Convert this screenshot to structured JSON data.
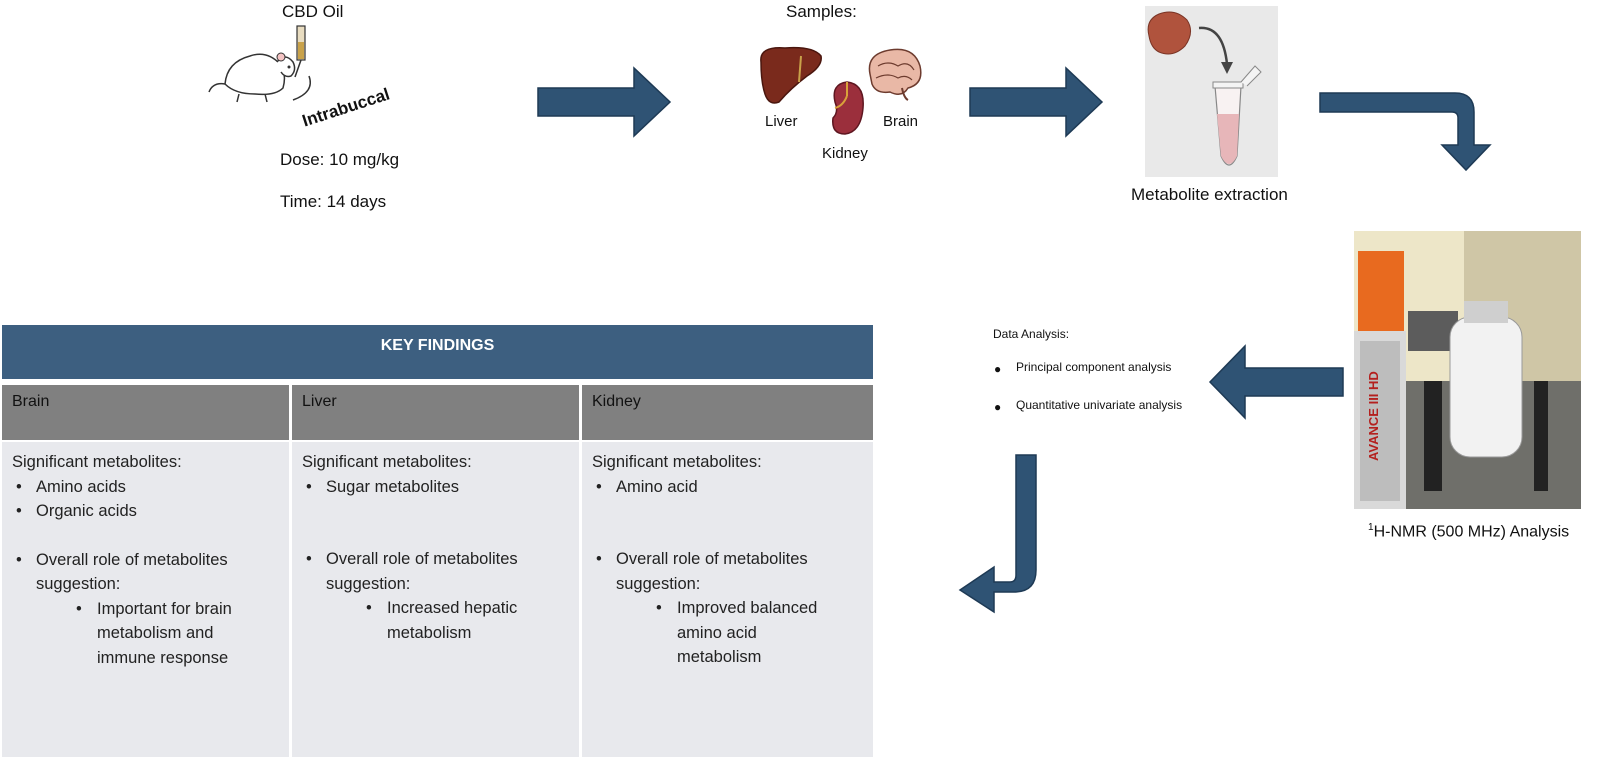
{
  "step1": {
    "title": "CBD Oil",
    "route": "Intrabuccal",
    "dose": "Dose: 10 mg/kg",
    "time": "Time: 14 days"
  },
  "samples": {
    "title": "Samples:",
    "liver": "Liver",
    "kidney": "Kidney",
    "brain": "Brain"
  },
  "extraction": {
    "label": "Metabolite extraction"
  },
  "nmr": {
    "sup": "1",
    "label": "H-NMR (500 MHz) Analysis",
    "instrument_text": "AVANCE III HD"
  },
  "data_analysis": {
    "title": "Data Analysis:",
    "items": [
      "Principal component analysis",
      "Quantitative univariate analysis"
    ]
  },
  "key_findings": {
    "title": "KEY FINDINGS",
    "columns": [
      {
        "header": "Brain",
        "sig_title": "Significant metabolites:",
        "sig_items": [
          "Amino acids",
          "Organic acids"
        ],
        "role_l1": "Overall role of metabolites",
        "role_l2": "suggestion:",
        "role_lines": [
          "Important for brain",
          "metabolism and",
          "immune response"
        ]
      },
      {
        "header": "Liver",
        "sig_title": "Significant metabolites:",
        "sig_items": [
          "Sugar metabolites"
        ],
        "role_l1": "Overall role of metabolites",
        "role_l2": "suggestion:",
        "role_lines": [
          "Increased hepatic",
          "metabolism"
        ]
      },
      {
        "header": "Kidney",
        "sig_title": "Significant metabolites:",
        "sig_items": [
          "Amino acid"
        ],
        "role_l1": "Overall role of metabolites",
        "role_l2": "suggestion:",
        "role_lines": [
          "Improved balanced",
          "amino acid",
          "metabolism"
        ]
      }
    ]
  },
  "colors": {
    "arrow": "#2f5374",
    "header": "#3d5f80",
    "subheader": "#808080",
    "cell": "#e8e9ed"
  }
}
